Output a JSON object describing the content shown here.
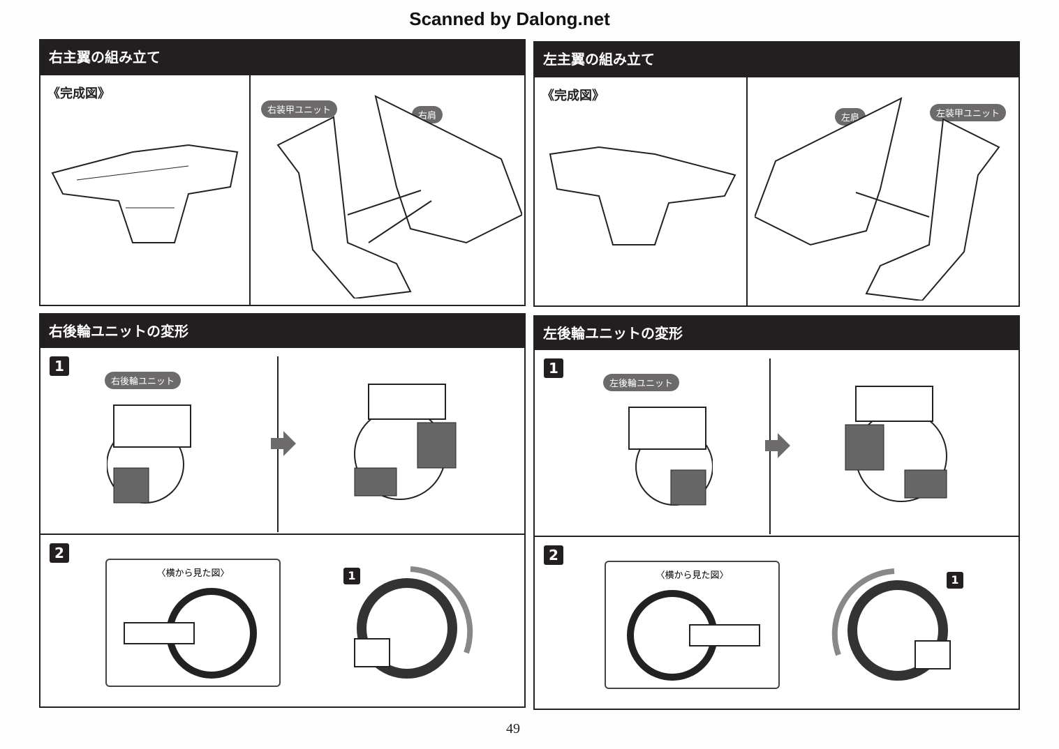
{
  "scan_credit": "Scanned by Dalong.net",
  "page_number": "49",
  "sections": {
    "right_wing": {
      "title": "右主翼の組み立て",
      "completed_label": "《完成図》",
      "labels": [
        "右装甲ユニット",
        "右肩"
      ]
    },
    "left_wing": {
      "title": "左主翼の組み立て",
      "completed_label": "《完成図》",
      "labels": [
        "左肩",
        "左装甲ユニット"
      ]
    },
    "right_rear_wheel": {
      "title": "右後輪ユニットの変形",
      "step1": "1",
      "step2": "2",
      "unit_label": "右後輪ユニット",
      "side_view_label": "〈横から見た図〉",
      "badge": "1"
    },
    "left_rear_wheel": {
      "title": "左後輪ユニットの変形",
      "step1": "1",
      "step2": "2",
      "unit_label": "左後輪ユニット",
      "side_view_label": "〈横から見た図〉",
      "badge": "1"
    }
  }
}
